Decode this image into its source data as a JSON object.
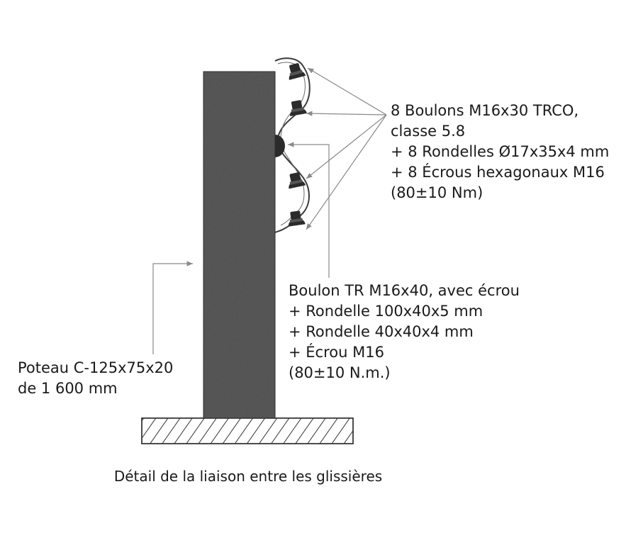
{
  "labels": {
    "bolts": {
      "line1": "8 Boulons M16x30 TRCO,",
      "line2": "classe 5.8",
      "line3": "+ 8 Rondelles Ø17x35x4 mm",
      "line4": "+ 8 Écrous hexagonaux M16",
      "line5": "(80±10 Nm)"
    },
    "tr_bolt": {
      "line1": "Boulon TR M16x40, avec écrou",
      "line2": "+ Rondelle 100x40x5 mm",
      "line3": "+ Rondelle 40x40x4 mm",
      "line4": "+ Écrou M16",
      "line5": "(80±10 N.m.)"
    },
    "post": {
      "line1": "Poteau C-125x75x20",
      "line2": "de 1 600 mm"
    }
  },
  "caption": "Détail de la liaison entre les glissières",
  "colors": {
    "post": "#4d4d4d",
    "base_hatch": "#333333",
    "bolt": "#2b2b2b",
    "leader_line": "#8a8a8a",
    "text": "#1a1a1a"
  }
}
